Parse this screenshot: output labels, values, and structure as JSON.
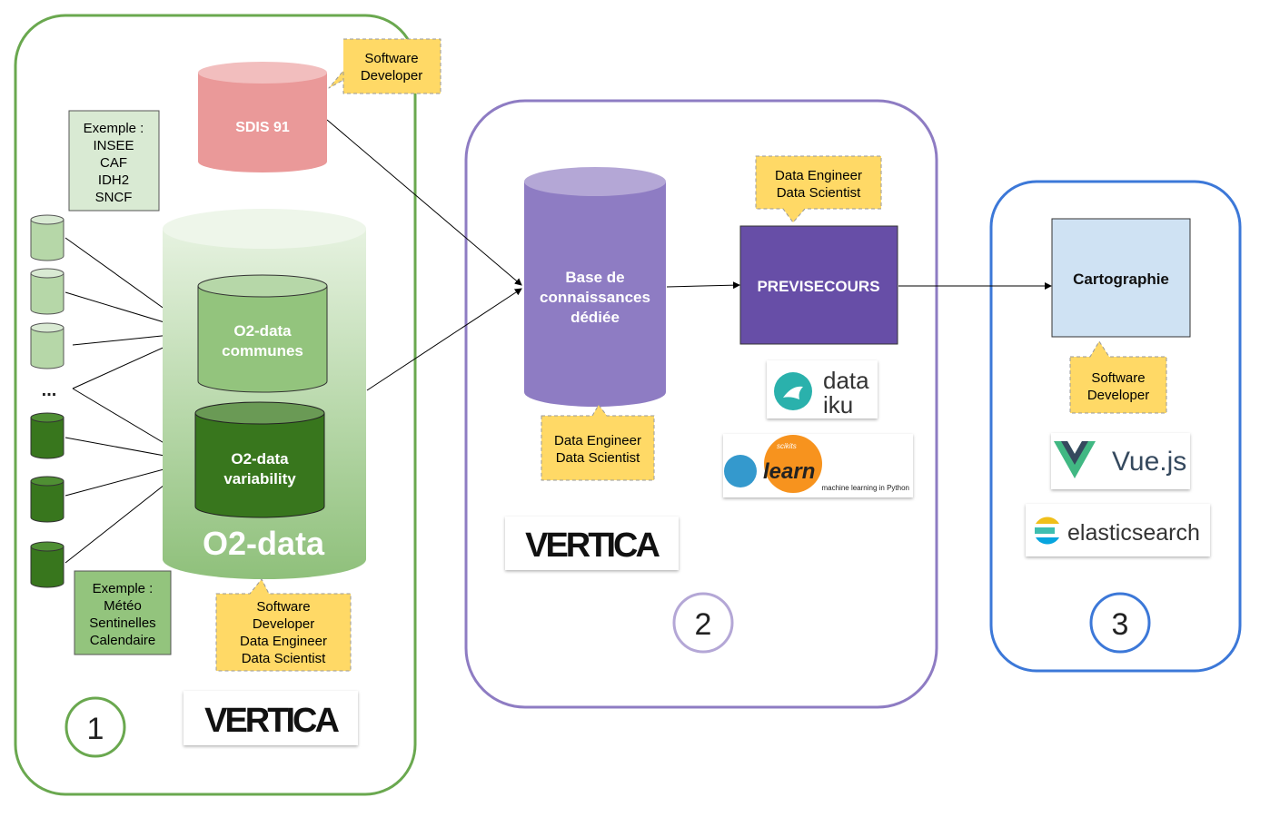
{
  "panels": {
    "p1": {
      "number": "1",
      "color": "#6aa84f"
    },
    "p2": {
      "number": "2",
      "color": "#8e7cc3"
    },
    "p3": {
      "number": "3",
      "color": "#3c78d8"
    }
  },
  "sdis": {
    "label": "SDIS 91",
    "color": "#ea9999"
  },
  "o2data": {
    "title": "O2-data",
    "communes": [
      "O2-data",
      "communes"
    ],
    "variability": [
      "O2-data",
      "variability"
    ]
  },
  "examples_top": [
    "Exemple :",
    "INSEE",
    "CAF",
    "IDH2",
    "SNCF"
  ],
  "examples_bottom": [
    "Exemple :",
    "Météo",
    "Sentinelles",
    "Calendaire"
  ],
  "ellipsis": "...",
  "roles": {
    "sdis": [
      "Software",
      "Developer"
    ],
    "o2data": [
      "Software",
      "Developer",
      "Data Engineer",
      "Data Scientist"
    ],
    "base": [
      "Data Engineer",
      "Data Scientist"
    ],
    "previsecours": [
      "Data Engineer",
      "Data Scientist"
    ],
    "carto": [
      "Software",
      "Developer"
    ]
  },
  "base": {
    "lines": [
      "Base de",
      "connaissances",
      "dédiée"
    ],
    "color": "#8e7cc3"
  },
  "previsecours": {
    "label": "PREVISECOURS",
    "color": "#674ea7"
  },
  "cartographie": {
    "label": "Cartographie",
    "color": "#cfe2f3"
  },
  "logos": {
    "vertica": "VERTICA",
    "dataiku": [
      "data",
      "iku"
    ],
    "sklearn": {
      "scikits": "scikits",
      "learn": "learn",
      "tagline": "machine learning in Python"
    },
    "vue": "Vue.js",
    "elastic": "elasticsearch"
  }
}
